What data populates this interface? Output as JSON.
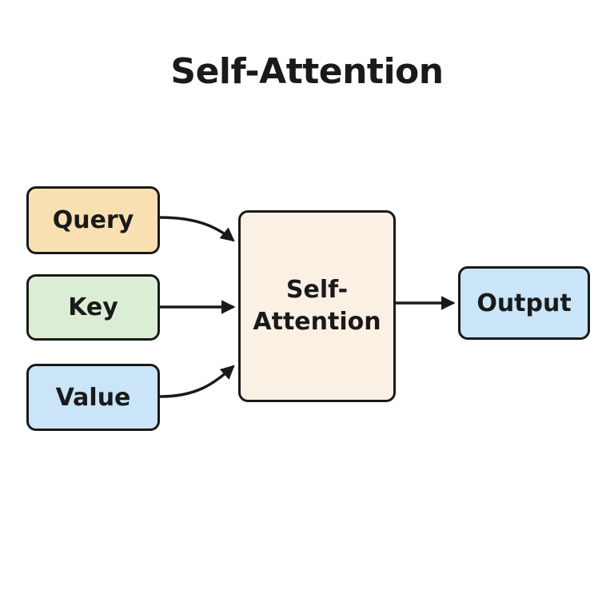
{
  "title": "Self-Attention",
  "diagram": {
    "inputs": [
      {
        "label": "Query",
        "color": "#F9E0B2"
      },
      {
        "label": "Key",
        "color": "#DCEDD5"
      },
      {
        "label": "Value",
        "color": "#C9E5F7"
      }
    ],
    "process": {
      "line1": "Self-",
      "line2": "Attention",
      "color": "#FAF0E4"
    },
    "output": {
      "label": "Output",
      "color": "#C9E5F7"
    },
    "edges": [
      {
        "from": "Query",
        "to": "Self-Attention"
      },
      {
        "from": "Key",
        "to": "Self-Attention"
      },
      {
        "from": "Value",
        "to": "Self-Attention"
      },
      {
        "from": "Self-Attention",
        "to": "Output"
      }
    ],
    "stroke_color": "#1a1a1a",
    "background_color": "#ffffff"
  }
}
